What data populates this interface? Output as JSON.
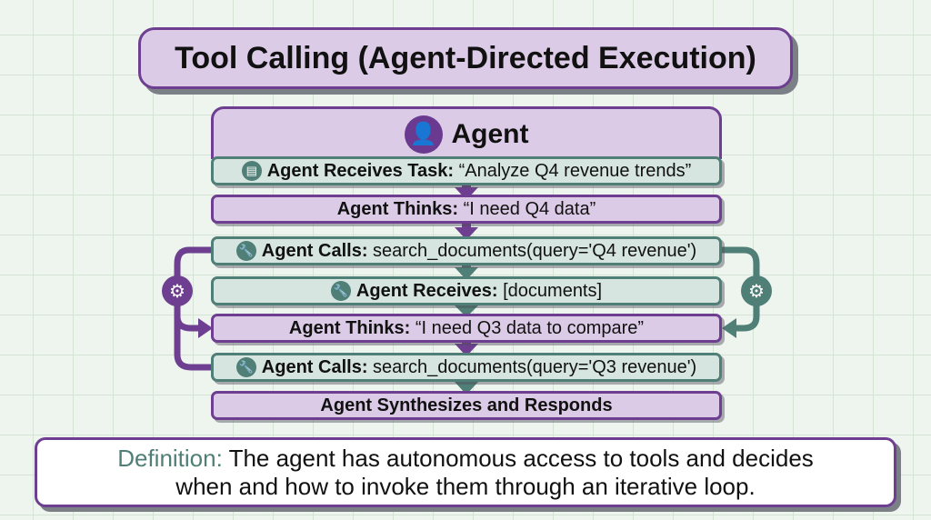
{
  "title": "Tool Calling (Agent-Directed Execution)",
  "agent": {
    "heading": "Agent",
    "icon": "user-icon"
  },
  "steps": [
    {
      "label": "Agent Receives Task:",
      "text": " “Analyze Q4 revenue trends”",
      "icon": "document-icon",
      "style": "teal"
    },
    {
      "label": "Agent Thinks:",
      "text": " “I need Q4 data”",
      "style": "purple"
    },
    {
      "label": "Agent Calls:",
      "text": " search_documents(query='Q4 revenue')",
      "icon": "wrench-icon",
      "style": "teal"
    },
    {
      "label": "Agent Receives:",
      "text": " [documents]",
      "icon": "wrench-icon",
      "style": "teal"
    },
    {
      "label": "Agent Thinks:",
      "text": " “I need Q3 data to compare”",
      "style": "purple"
    },
    {
      "label": "Agent Calls:",
      "text": " search_documents(query='Q3 revenue')",
      "icon": "wrench-icon",
      "style": "teal"
    },
    {
      "label": "Agent Synthesizes and Responds",
      "text": "",
      "style": "purple"
    }
  ],
  "definition": {
    "label": "Definition:",
    "line1": " The agent has autonomous access to tools and decides",
    "line2": "when and how to invoke them through an iterative loop."
  },
  "colors": {
    "purple": "#6e3f91",
    "teal": "#4f7f76",
    "purple_fill": "#dccbe6",
    "teal_fill": "#d6e5e0"
  }
}
